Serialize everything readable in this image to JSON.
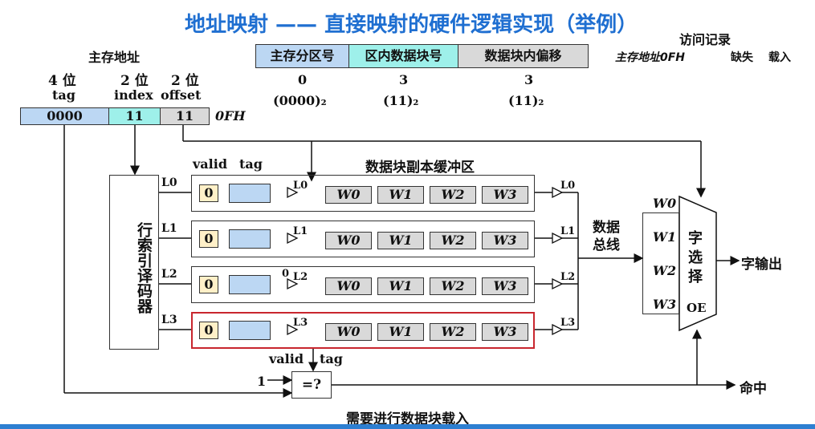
{
  "title": "地址映射 —— 直接映射的硬件逻辑实现（举例）",
  "access_record": {
    "heading": "访问记录",
    "addr": "主存地址0FH",
    "miss": "缺失",
    "load": "载入"
  },
  "addr_fields": {
    "label": "主存地址",
    "tag_bits": "4 位",
    "tag": "tag",
    "index_bits": "2 位",
    "index": "index",
    "offset_bits": "2 位",
    "offset": "offset",
    "tag_val": "0000",
    "index_val": "11",
    "offset_val": "11",
    "hex": "0FH"
  },
  "header_fields": [
    {
      "label": "主存分区号",
      "val": "0",
      "bin": "(0000)₂"
    },
    {
      "label": "区内数据块号",
      "val": "3",
      "bin": "(11)₂"
    },
    {
      "label": "数据块内偏移",
      "val": "3",
      "bin": "(11)₂"
    }
  ],
  "decoder": "行索引译码器",
  "cache": {
    "valid": "valid",
    "tag": "tag",
    "title": "数据块副本缓冲区",
    "lines": [
      "L0",
      "L1",
      "L2",
      "L3"
    ],
    "valid_vals": [
      "0",
      "0",
      "0",
      "0"
    ],
    "words": [
      "W0",
      "W1",
      "W2",
      "W3"
    ],
    "zero_mark": "0"
  },
  "bus": "数据总线",
  "selector": {
    "label": "字选择",
    "oe": "OE"
  },
  "output": "字输出",
  "compare": {
    "symbol": "=?",
    "one": "1",
    "valid": "valid",
    "tag": "tag"
  },
  "hit": "命中",
  "subtitle": "需要进行数据块载入"
}
